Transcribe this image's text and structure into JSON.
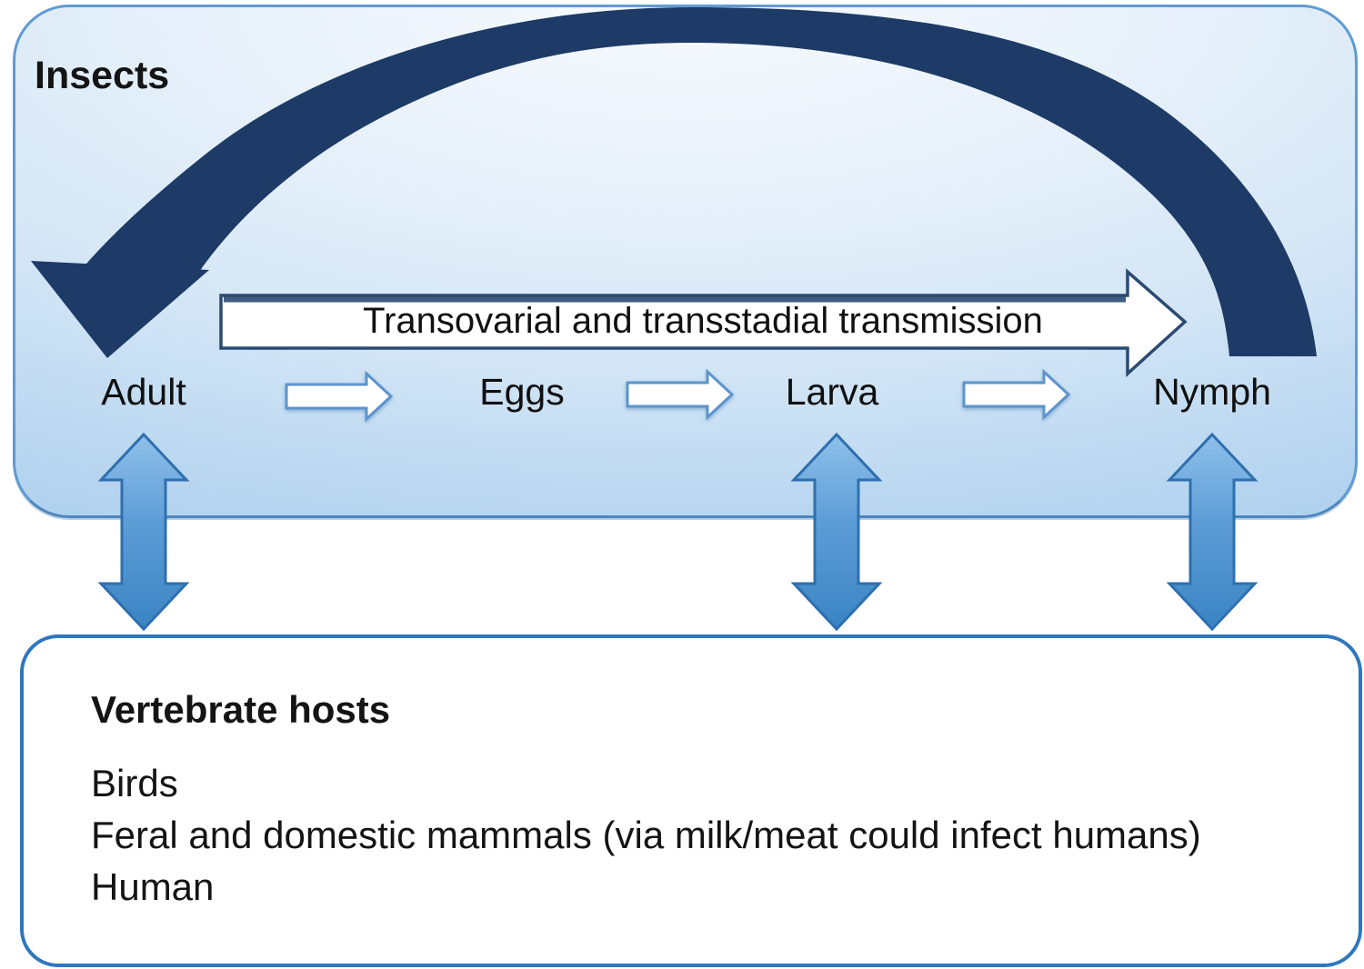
{
  "colors": {
    "navy": "#1d3b66",
    "box_border": "#5f9bd3",
    "box_border_dark": "#4d86bf",
    "bottom_box_border": "#2f77bd",
    "banner_border": "#2b4a72",
    "small_arrow_border": "#5b94cc",
    "double_arrow_top": "#8fc0ea",
    "double_arrow_bottom": "#3a84c4",
    "double_arrow_border": "#2e6fae",
    "text": "#141414"
  },
  "insects": {
    "title": "Insects",
    "banner_label": "Transovarial and transstadial transmission",
    "stages": {
      "adult": "Adult",
      "eggs": "Eggs",
      "larva": "Larva",
      "nymph": "Nymph"
    }
  },
  "vertebrates": {
    "title": "Vertebrate hosts",
    "hosts": {
      "line1": "Birds",
      "line2": "Feral and domestic mammals (via milk/meat could infect humans)",
      "line3": "Human"
    }
  }
}
